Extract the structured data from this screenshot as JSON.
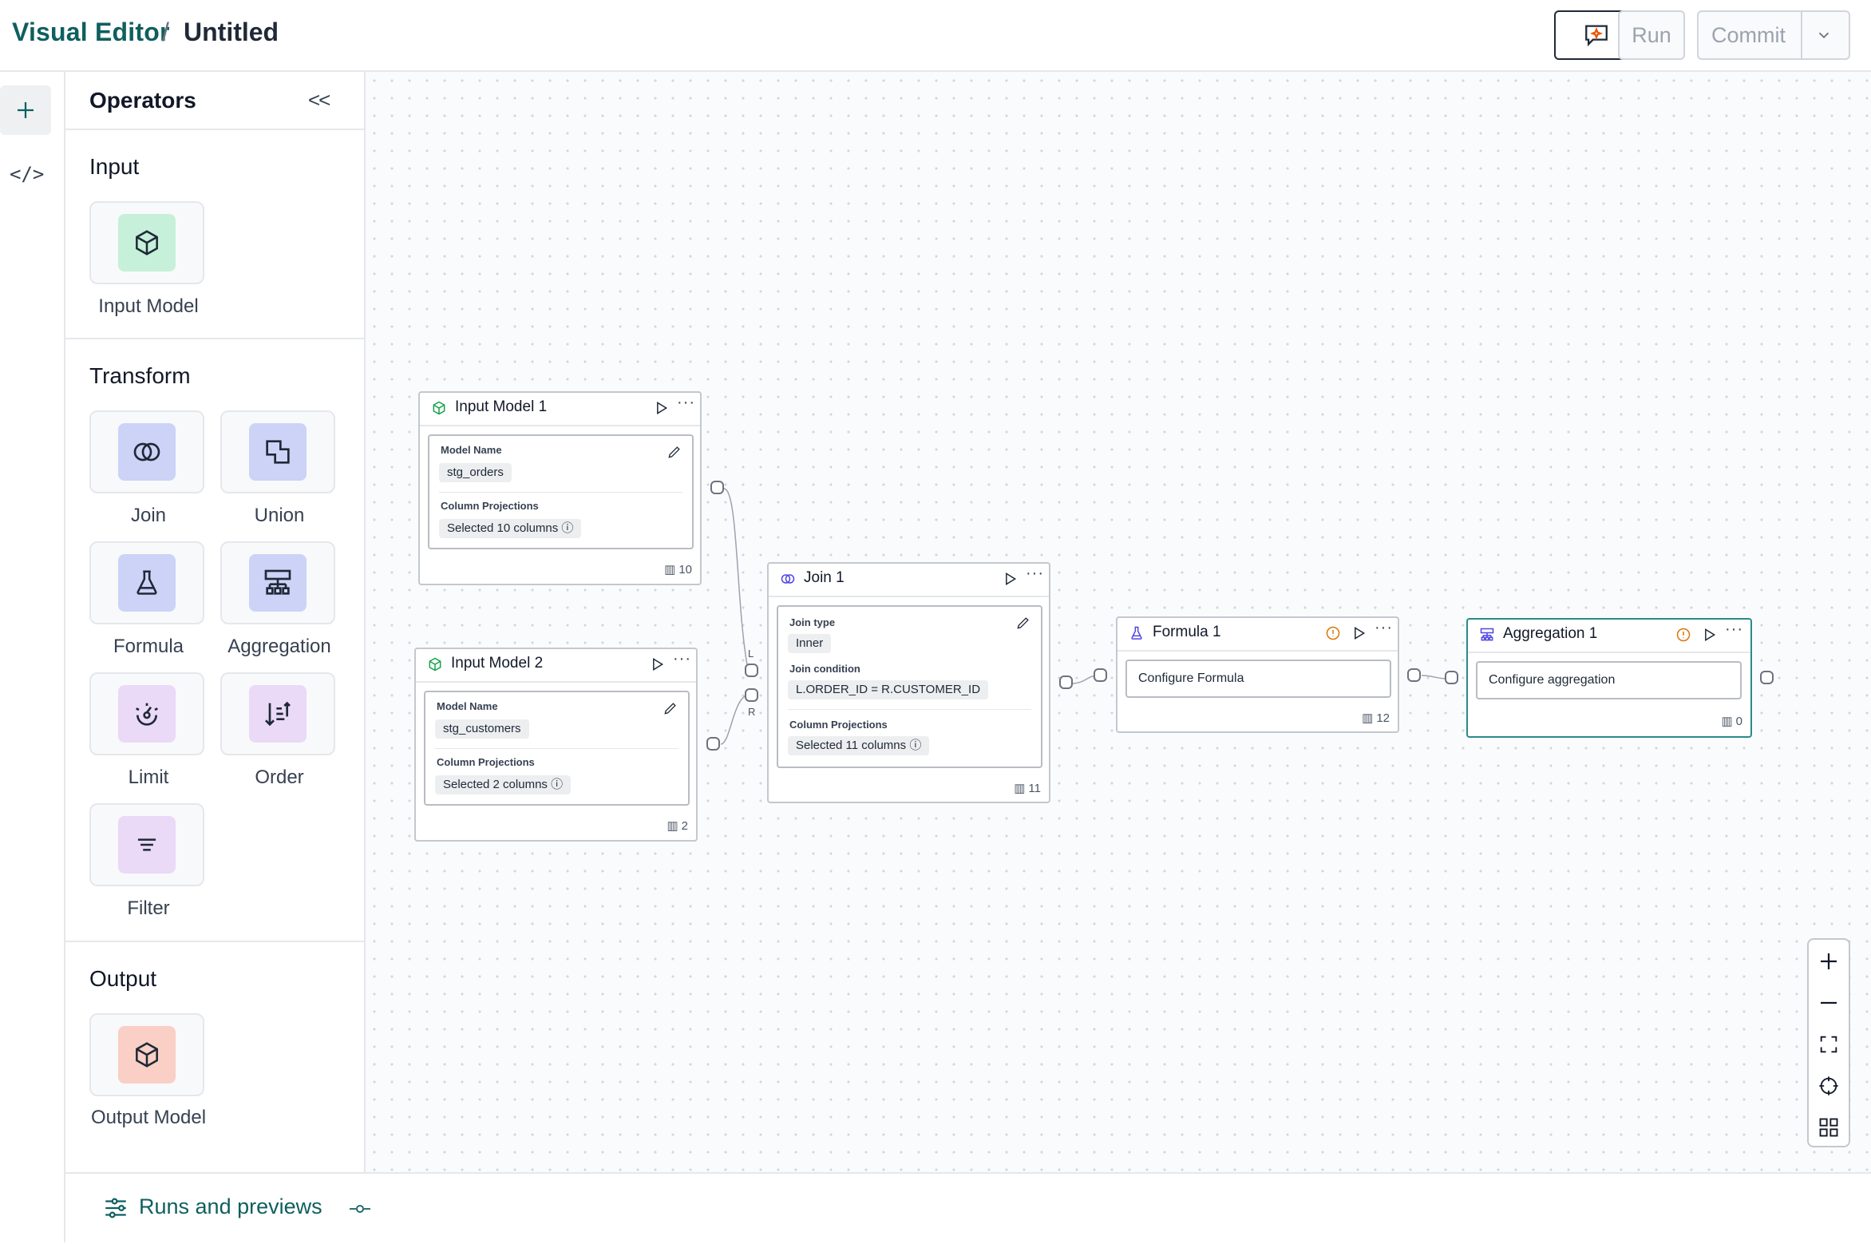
{
  "header": {
    "app_title": "Visual Editor",
    "separator": "/",
    "page_title": "Untitled",
    "run_label": "Run",
    "commit_label": "Commit",
    "ai_icon": "chat-sparkle-icon"
  },
  "rail": {
    "add_icon": "plus-icon",
    "code_label": "</>"
  },
  "operators": {
    "title": "Operators",
    "collapse_label": "<<",
    "sections": {
      "input": {
        "title": "Input",
        "items": [
          {
            "label": "Input Model",
            "icon": "cube-icon",
            "color": "#c6f0d9"
          }
        ]
      },
      "transform": {
        "title": "Transform",
        "items": [
          {
            "label": "Join",
            "icon": "join-circles-icon",
            "color": "#ccd3f7"
          },
          {
            "label": "Union",
            "icon": "union-squares-icon",
            "color": "#ccd3f7"
          },
          {
            "label": "Formula",
            "icon": "flask-icon",
            "color": "#ccd3f7"
          },
          {
            "label": "Aggregation",
            "icon": "hierarchy-icon",
            "color": "#ccd3f7"
          },
          {
            "label": "Limit",
            "icon": "limit-icon",
            "color": "#ead9f7"
          },
          {
            "label": "Order",
            "icon": "sort-icon",
            "color": "#ead9f7"
          },
          {
            "label": "Filter",
            "icon": "filter-lines-icon",
            "color": "#ead9f7"
          }
        ]
      },
      "output": {
        "title": "Output",
        "items": [
          {
            "label": "Output Model",
            "icon": "cube-icon",
            "color": "#f9cfc6"
          }
        ]
      }
    }
  },
  "nodes": {
    "input1": {
      "title": "Input Model 1",
      "model_name_label": "Model Name",
      "model_name": "stg_orders",
      "projections_label": "Column Projections",
      "projections": "Selected 10 columns",
      "count": "10"
    },
    "input2": {
      "title": "Input Model 2",
      "model_name_label": "Model Name",
      "model_name": "stg_customers",
      "projections_label": "Column Projections",
      "projections": "Selected 2 columns",
      "count": "2"
    },
    "join1": {
      "title": "Join 1",
      "join_type_label": "Join type",
      "join_type": "Inner",
      "join_condition_label": "Join condition",
      "join_condition": "L.ORDER_ID = R.CUSTOMER_ID",
      "projections_label": "Column Projections",
      "projections": "Selected 11 columns",
      "count": "11",
      "port_left": "L",
      "port_right": "R"
    },
    "formula1": {
      "title": "Formula 1",
      "config": "Configure Formula",
      "count": "12"
    },
    "aggregation1": {
      "title": "Aggregation 1",
      "config": "Configure aggregation",
      "count": "0"
    }
  },
  "zoom_controls": [
    "zoom-in-icon",
    "zoom-out-icon",
    "fit-view-icon",
    "center-icon",
    "grid-icon"
  ],
  "footer": {
    "runs_label": "Runs and previews",
    "runs_icon": "sliders-icon",
    "pin_icon": "pin-icon"
  },
  "colors": {
    "brand": "#0f5f5f",
    "warning": "#d97706",
    "selected_border": "#2a8a8a"
  }
}
